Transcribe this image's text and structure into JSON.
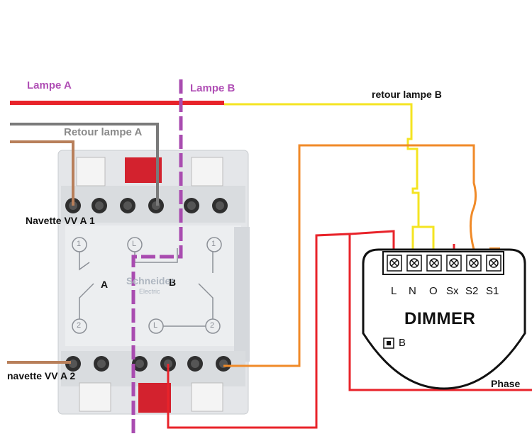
{
  "labels": {
    "lampe_a": "Lampe   A",
    "lampe_b": "Lampe   B",
    "retour_lampe_b": "retour lampe B",
    "retour_lampe_a": "Retour lampe A",
    "navette_1": "Navette VV A 1",
    "navette_2": "navette VV A 2",
    "switch_a": "A",
    "switch_b": "B",
    "phase": "Phase"
  },
  "switch": {
    "brand": "Schneider",
    "brand_sub": "Electric",
    "marks": [
      "1",
      "L",
      "1",
      "2",
      "L",
      "2"
    ]
  },
  "dimmer": {
    "title": "DIMMER",
    "terminals": [
      "L",
      "N",
      "O",
      "Sx",
      "S2",
      "S1"
    ],
    "button_label": "B"
  },
  "colors": {
    "red": "#e8232a",
    "purple": "#a94cb0",
    "gray": "#7a7a7a",
    "brown": "#b87f5a",
    "yellow": "#f4e422",
    "orange": "#f08a28"
  }
}
